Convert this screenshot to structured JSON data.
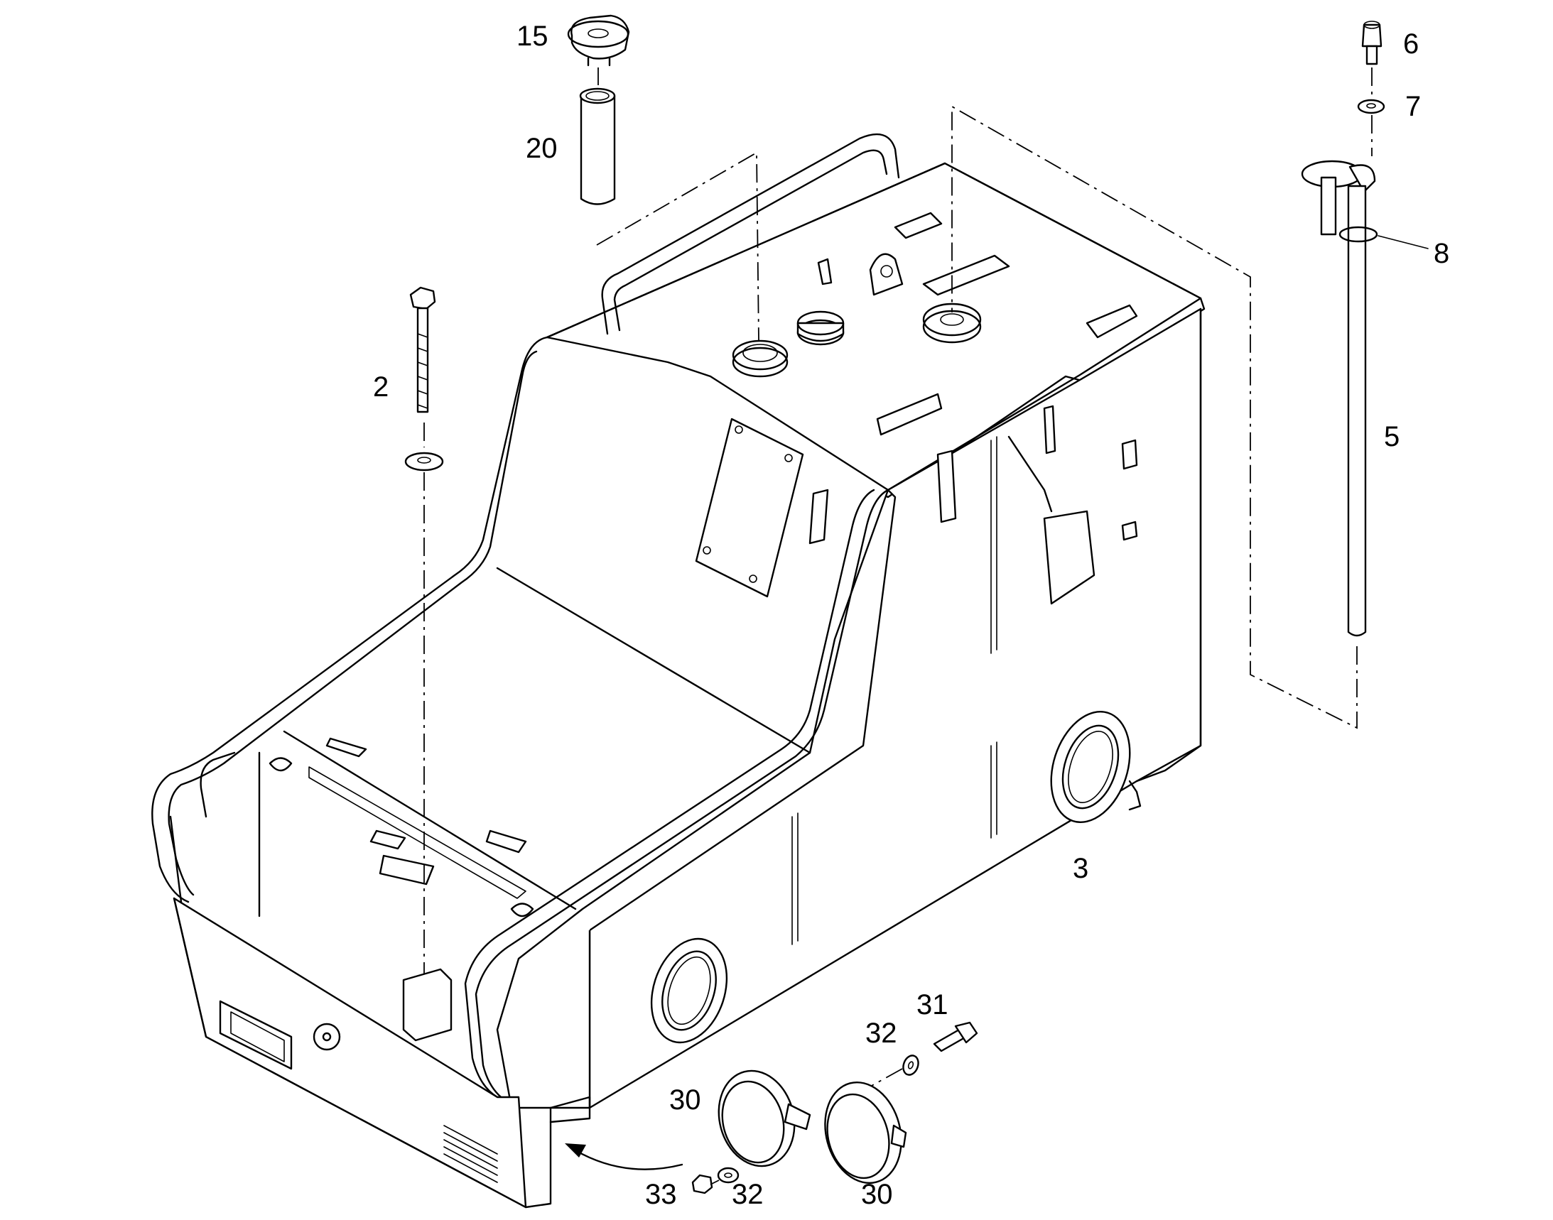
{
  "labels": {
    "p15": "15",
    "p20": "20",
    "p6": "6",
    "p7": "7",
    "p8": "8",
    "p5": "5",
    "p2": "2",
    "p3": "3",
    "p31": "31",
    "p32a": "32",
    "p30a": "30",
    "p33": "33",
    "p32b": "32",
    "p30b": "30"
  }
}
